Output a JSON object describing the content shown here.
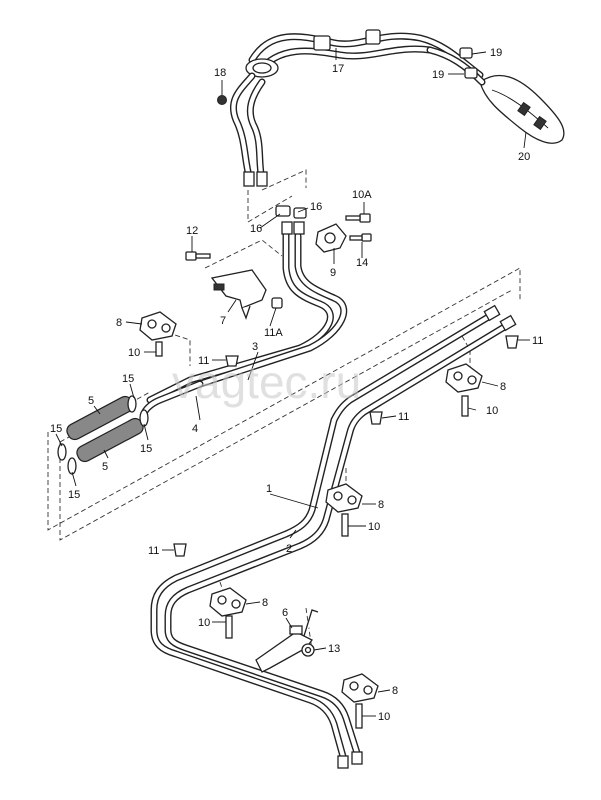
{
  "watermark": "vagtec.ru",
  "callouts": [
    {
      "id": "c17",
      "text": "17"
    },
    {
      "id": "c19a",
      "text": "19"
    },
    {
      "id": "c19b",
      "text": "19"
    },
    {
      "id": "c18",
      "text": "18"
    },
    {
      "id": "c20",
      "text": "20"
    },
    {
      "id": "c10a",
      "text": "10A"
    },
    {
      "id": "c16a",
      "text": "16"
    },
    {
      "id": "c16b",
      "text": "16"
    },
    {
      "id": "c12",
      "text": "12"
    },
    {
      "id": "c9",
      "text": "9"
    },
    {
      "id": "c14",
      "text": "14"
    },
    {
      "id": "c7",
      "text": "7"
    },
    {
      "id": "c11A",
      "text": "11A"
    },
    {
      "id": "c8a",
      "text": "8"
    },
    {
      "id": "c10b",
      "text": "10"
    },
    {
      "id": "c11a",
      "text": "11"
    },
    {
      "id": "c3",
      "text": "3"
    },
    {
      "id": "c11b",
      "text": "11"
    },
    {
      "id": "c15a",
      "text": "15"
    },
    {
      "id": "c5a",
      "text": "5"
    },
    {
      "id": "c4",
      "text": "4"
    },
    {
      "id": "c8b",
      "text": "8"
    },
    {
      "id": "c10c",
      "text": "10"
    },
    {
      "id": "c11c",
      "text": "11"
    },
    {
      "id": "c15b",
      "text": "15"
    },
    {
      "id": "c15c",
      "text": "15"
    },
    {
      "id": "c5b",
      "text": "5"
    },
    {
      "id": "c15d",
      "text": "15"
    },
    {
      "id": "c1",
      "text": "1"
    },
    {
      "id": "c8c",
      "text": "8"
    },
    {
      "id": "c10d",
      "text": "10"
    },
    {
      "id": "c2",
      "text": "2"
    },
    {
      "id": "c11d",
      "text": "11"
    },
    {
      "id": "c8d",
      "text": "8"
    },
    {
      "id": "c6",
      "text": "6"
    },
    {
      "id": "c10e",
      "text": "10"
    },
    {
      "id": "c13",
      "text": "13"
    },
    {
      "id": "c8e",
      "text": "8"
    },
    {
      "id": "c10f",
      "text": "10"
    }
  ]
}
